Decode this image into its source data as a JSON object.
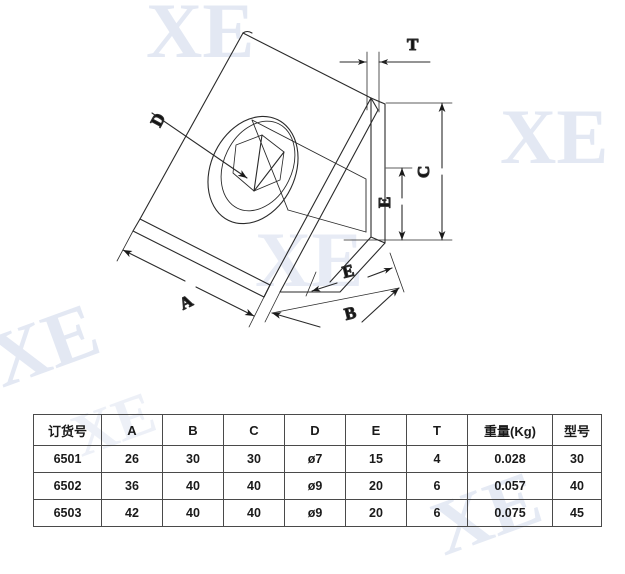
{
  "drawing": {
    "title": "45-degree angle bracket isometric technical drawing",
    "dimension_labels": {
      "d": "D",
      "t": "T",
      "c": "C",
      "e_right": "E",
      "a": "A",
      "b": "B",
      "e_bottom": "E"
    }
  },
  "watermark": {
    "text": "XE"
  },
  "table": {
    "headers": [
      "订货号",
      "A",
      "B",
      "C",
      "D",
      "E",
      "T",
      "重量(Kg)",
      "型号"
    ],
    "rows": [
      {
        "code": "6501",
        "a": "26",
        "b": "30",
        "c": "30",
        "d": "ø7",
        "e": "15",
        "t": "4",
        "weight": "0.028",
        "model": "30"
      },
      {
        "code": "6502",
        "a": "36",
        "b": "40",
        "c": "40",
        "d": "ø9",
        "e": "20",
        "t": "6",
        "weight": "0.057",
        "model": "40"
      },
      {
        "code": "6503",
        "a": "42",
        "b": "40",
        "c": "40",
        "d": "ø9",
        "e": "20",
        "t": "6",
        "weight": "0.075",
        "model": "45"
      }
    ]
  },
  "colors": {
    "line": "#2a2a2a",
    "border": "#4a4a4a",
    "watermark": "#dfe5f2",
    "background": "#ffffff"
  }
}
